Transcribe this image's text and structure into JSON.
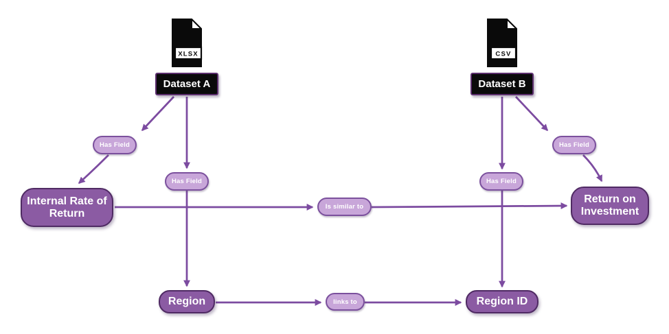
{
  "diagram": {
    "colors": {
      "background": "#ffffff",
      "field_node_fill": "#8b5ba3",
      "field_node_border": "#4f2a63",
      "pill_fill": "#c8a6d9",
      "pill_border": "#7b509d",
      "edge": "#7c4ba0",
      "dataset_fill": "#0a0a0a",
      "dataset_border": "#5c2f6e",
      "text_on_node": "#ffffff"
    },
    "datasets": [
      {
        "label": "Dataset A",
        "file_type": "XLSX"
      },
      {
        "label": "Dataset B",
        "file_type": "CSV"
      }
    ],
    "fields": [
      {
        "label": "Internal Rate of Return"
      },
      {
        "label": "Return on Investment"
      },
      {
        "label": "Region"
      },
      {
        "label": "Region ID"
      }
    ],
    "edges": [
      {
        "from": "Dataset A",
        "to": "Internal Rate of Return",
        "label": "Has Field"
      },
      {
        "from": "Dataset A",
        "to": "Region",
        "label": "Has Field"
      },
      {
        "from": "Dataset B",
        "to": "Region ID",
        "label": "Has Field"
      },
      {
        "from": "Dataset B",
        "to": "Return on Investment",
        "label": "Has Field"
      },
      {
        "from": "Internal Rate of Return",
        "to": "Return on Investment",
        "label": "Is similar to"
      },
      {
        "from": "Region",
        "to": "Region ID",
        "label": "links to"
      }
    ]
  }
}
